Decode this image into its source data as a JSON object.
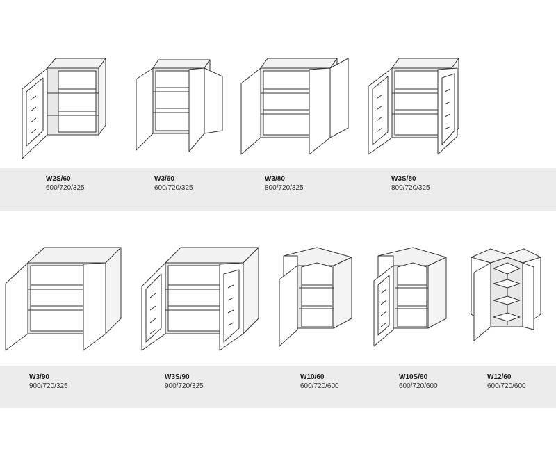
{
  "colors": {
    "label_band": "#ececec",
    "line": "#333333",
    "interior": "#e6e6e6",
    "side_panel": "#f4f4f4",
    "door": "#ffffff"
  },
  "cabinets": [
    {
      "id": "W2S/60",
      "code": "W2S/60",
      "dims": "600/720/325",
      "style": "glass-door-left",
      "icon": "wall-cabinet-glass-door-icon"
    },
    {
      "id": "W3/60",
      "code": "W3/60",
      "dims": "600/720/325",
      "style": "double-door",
      "icon": "wall-cabinet-double-door-icon"
    },
    {
      "id": "W3/80",
      "code": "W3/80",
      "dims": "800/720/325",
      "style": "double-door",
      "icon": "wall-cabinet-double-door-icon"
    },
    {
      "id": "W3S/80",
      "code": "W3S/80",
      "dims": "800/720/325",
      "style": "double-glass-door",
      "icon": "wall-cabinet-double-glass-door-icon"
    },
    {
      "id": "W3/90",
      "code": "W3/90",
      "dims": "900/720/325",
      "style": "double-door",
      "icon": "wall-cabinet-double-door-icon"
    },
    {
      "id": "W3S/90",
      "code": "W3S/90",
      "dims": "900/720/325",
      "style": "double-glass-door",
      "icon": "wall-cabinet-double-glass-door-icon"
    },
    {
      "id": "W10/60",
      "code": "W10/60",
      "dims": "600/720/600",
      "style": "corner-door",
      "icon": "corner-wall-cabinet-icon"
    },
    {
      "id": "W10S/60",
      "code": "W10S/60",
      "dims": "600/720/600",
      "style": "corner-glass-door",
      "icon": "corner-wall-cabinet-glass-door-icon"
    },
    {
      "id": "W12/60",
      "code": "W12/60",
      "dims": "600/720/600",
      "style": "l-corner",
      "icon": "l-corner-wall-cabinet-icon"
    }
  ]
}
